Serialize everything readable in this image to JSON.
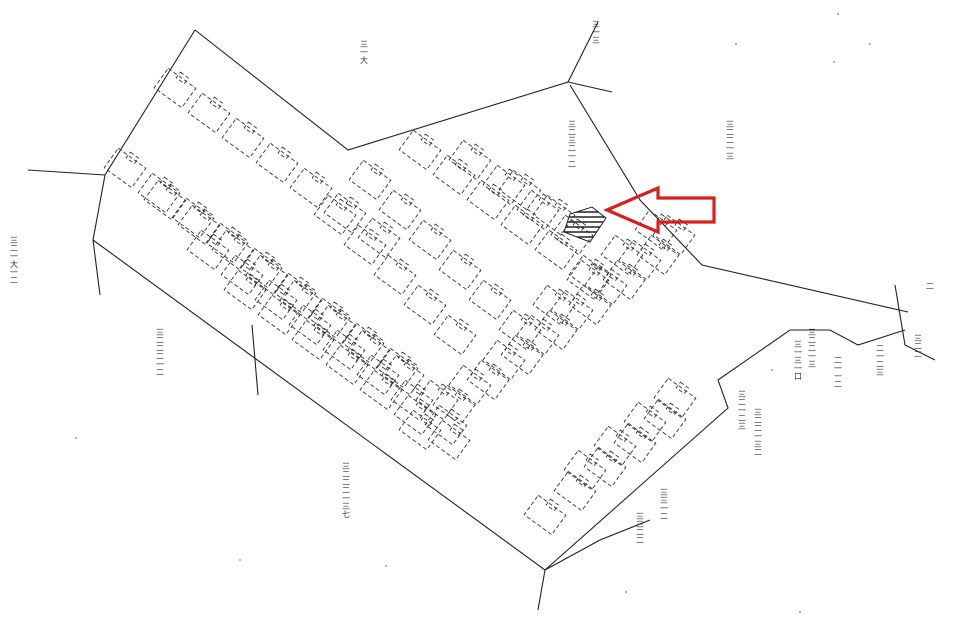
{
  "map": {
    "highlight_color": "#d61f1f",
    "labels": [
      {
        "id": "lot-26",
        "text": "三一大"
      },
      {
        "id": "lot-22",
        "text": "三一三"
      },
      {
        "id": "lot-21",
        "text": "三二三二一二"
      },
      {
        "id": "lot-27",
        "text": "三二一大一二"
      },
      {
        "id": "lot-29",
        "text": "三二二二一二"
      },
      {
        "id": "lot-30",
        "text": "三二二二一三七"
      },
      {
        "id": "lot-31",
        "text": "三二二一三"
      },
      {
        "id": "lot-32",
        "text": "三三一二"
      },
      {
        "id": "lot-33",
        "text": "三三二二"
      },
      {
        "id": "lot-34",
        "text": "二"
      },
      {
        "id": "lot-35",
        "text": "三一三一口"
      },
      {
        "id": "lot-36",
        "text": "二一一二"
      },
      {
        "id": "lot-37",
        "text": "三二二一三"
      },
      {
        "id": "lot-38",
        "text": "二一二三"
      },
      {
        "id": "lot-39",
        "text": "三二二"
      },
      {
        "id": "lot-40",
        "text": "三二一二三"
      },
      {
        "id": "lot-41",
        "text": "三二二一三二"
      }
    ]
  }
}
